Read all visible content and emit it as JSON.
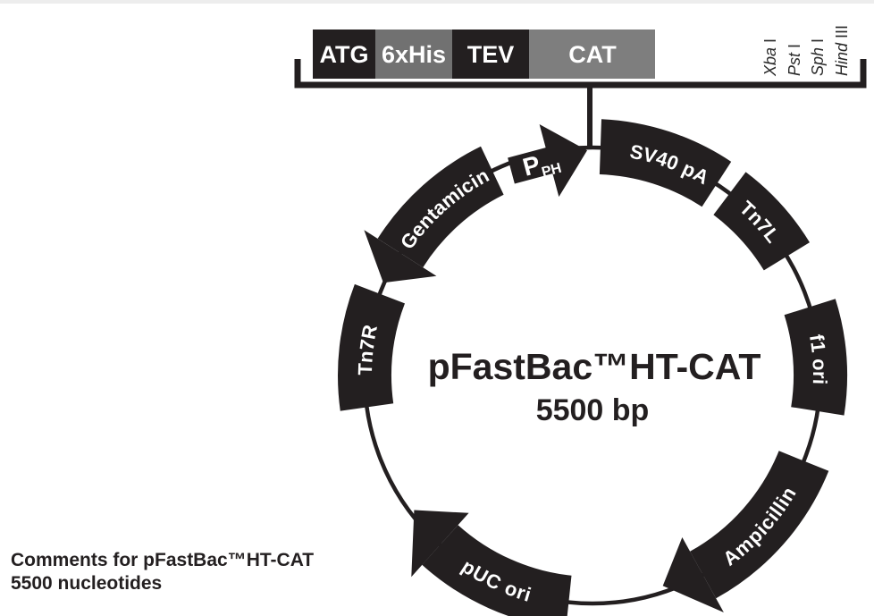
{
  "colors": {
    "ink": "#231f20",
    "his_box_gray": "#717171",
    "cat_box_gray": "#7e7e7e",
    "band_text": "#ffffff",
    "top_strip": "#ededed"
  },
  "construct_bar": {
    "segments": [
      {
        "label": "ATG",
        "fill": "black"
      },
      {
        "label": "6xHis",
        "fill": "gray"
      },
      {
        "label": "TEV",
        "fill": "black"
      },
      {
        "label": "CAT",
        "fill": "gray"
      }
    ],
    "restriction_sites": [
      {
        "name": "Xba",
        "numeral": "I"
      },
      {
        "name": "Pst",
        "numeral": "I"
      },
      {
        "name": "Sph",
        "numeral": "I"
      },
      {
        "name": "Hind",
        "numeral": "III"
      }
    ]
  },
  "plasmid": {
    "title": "pFastBac™HT-CAT",
    "size_label": "5500 bp",
    "promoter": {
      "label_main": "P",
      "label_sub": "PH",
      "direction": "clockwise"
    },
    "features": [
      {
        "label": "SV40 pA",
        "shape": "band"
      },
      {
        "label": "Tn7L",
        "shape": "band"
      },
      {
        "label": "f1 ori",
        "shape": "band"
      },
      {
        "label": "Ampicillin",
        "shape": "arrow",
        "direction": "clockwise"
      },
      {
        "label": "pUC ori",
        "shape": "arrow",
        "direction": "clockwise"
      },
      {
        "label": "Tn7R",
        "shape": "band"
      },
      {
        "label": "Gentamicin",
        "shape": "arrow",
        "direction": "counterclockwise"
      }
    ]
  },
  "comments": {
    "line1": "Comments for pFastBac™HT-CAT",
    "line2": "5500 nucleotides"
  }
}
